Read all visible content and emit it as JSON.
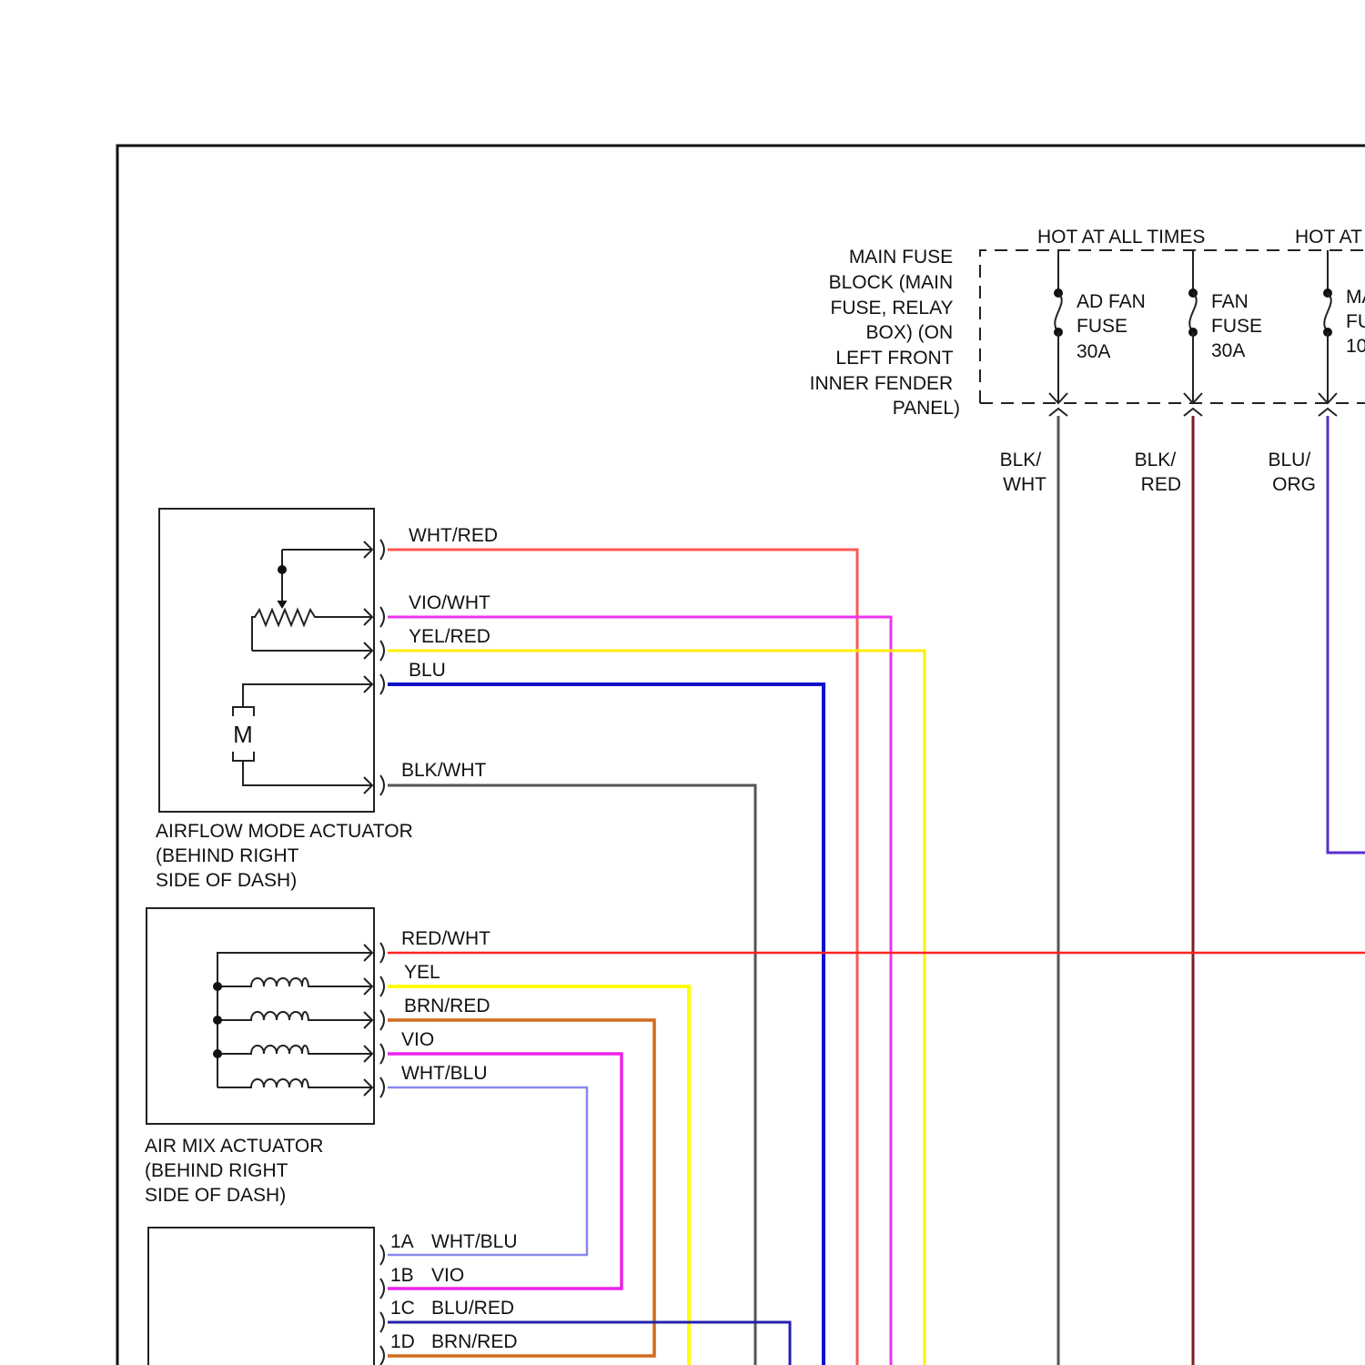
{
  "fuse_block": {
    "label_lines": [
      "MAIN FUSE",
      "BLOCK (MAIN",
      "FUSE, RELAY",
      "BOX) (ON",
      "LEFT FRONT",
      "INNER FENDER",
      "PANEL)"
    ],
    "hot_labels": [
      "HOT AT ALL TIMES",
      "HOT AT"
    ],
    "fuses": [
      {
        "lines": [
          "AD FAN",
          "FUSE",
          "30A"
        ]
      },
      {
        "lines": [
          "FAN",
          "FUSE",
          "30A"
        ]
      },
      {
        "lines": [
          "MA",
          "FU",
          "10"
        ]
      }
    ],
    "feed_wires": [
      {
        "lines": [
          "BLK/",
          "WHT"
        ],
        "color": "#555555"
      },
      {
        "lines": [
          "BLK/",
          "RED"
        ],
        "color": "#7a1f1f"
      },
      {
        "lines": [
          "BLU/",
          "ORG"
        ],
        "color": "#5a2fd0"
      }
    ]
  },
  "airflow_actuator": {
    "label_lines": [
      "AIRFLOW MODE ACTUATOR",
      "(BEHIND RIGHT",
      "SIDE OF DASH)"
    ],
    "motor_symbol": "M",
    "wires": [
      {
        "label": "WHT/RED",
        "color": "#ff5555"
      },
      {
        "label": "VIO/WHT",
        "color": "#ee33ee"
      },
      {
        "label": "YEL/RED",
        "color": "#ffee00"
      },
      {
        "label": "BLU",
        "color": "#1111cc"
      },
      {
        "label": "BLK/WHT",
        "color": "#555555"
      }
    ]
  },
  "air_mix_actuator": {
    "label_lines": [
      "AIR MIX ACTUATOR",
      "(BEHIND RIGHT",
      "SIDE OF DASH)"
    ],
    "wires": [
      {
        "label": "RED/WHT",
        "color": "#ff2222"
      },
      {
        "label": "YEL",
        "color": "#ffff00"
      },
      {
        "label": "BRN/RED",
        "color": "#d2691e"
      },
      {
        "label": "VIO",
        "color": "#ee22ee"
      },
      {
        "label": "WHT/BLU",
        "color": "#8888ee"
      }
    ]
  },
  "control_unit": {
    "pins": [
      {
        "pin": "1A",
        "label": "WHT/BLU",
        "color": "#8888ee"
      },
      {
        "pin": "1B",
        "label": "VIO",
        "color": "#ee22ee"
      },
      {
        "pin": "1C",
        "label": "BLU/RED",
        "color": "#2222aa"
      },
      {
        "pin": "1D",
        "label": "BRN/RED",
        "color": "#d2691e"
      }
    ]
  }
}
